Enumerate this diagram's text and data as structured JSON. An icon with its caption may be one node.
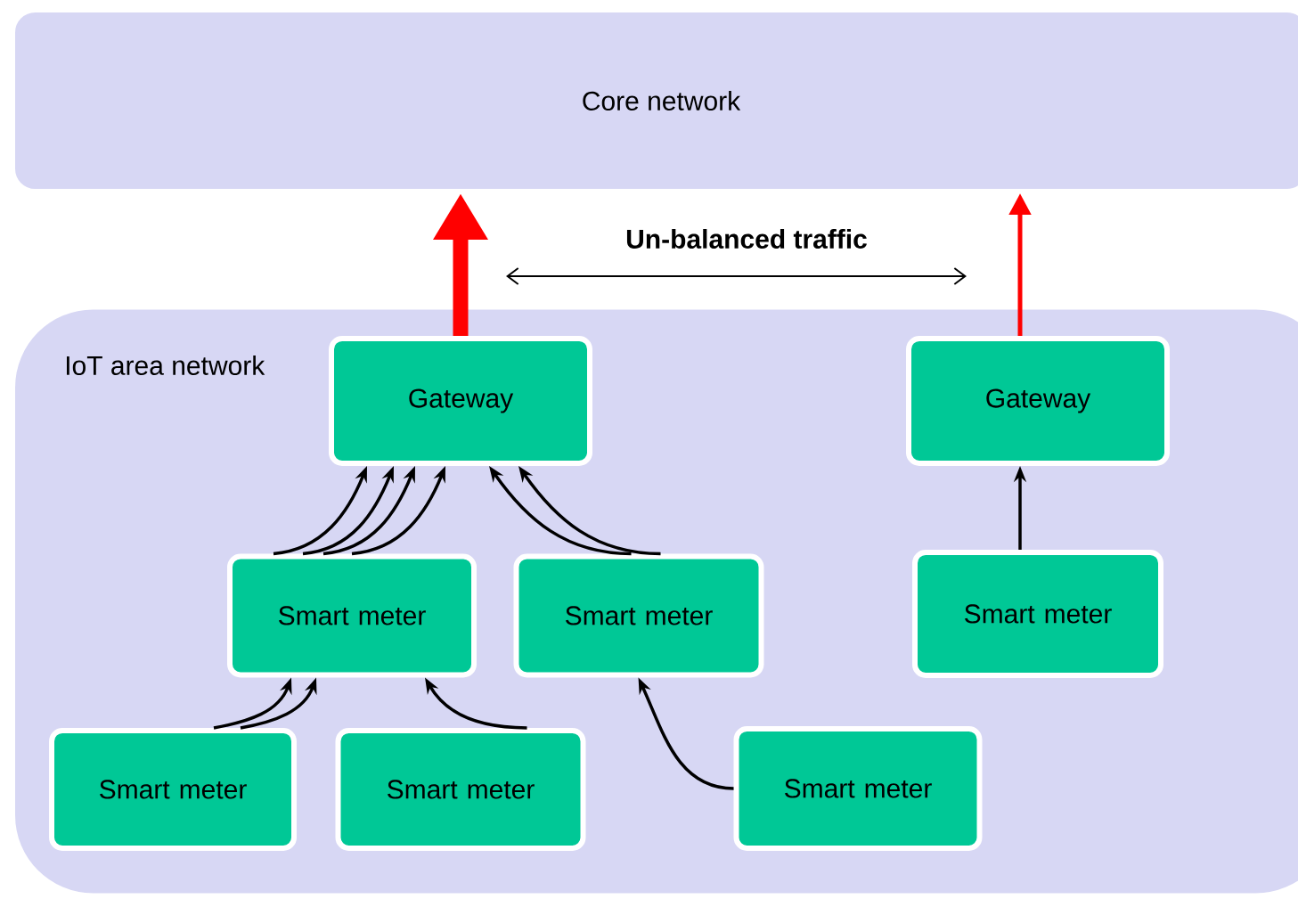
{
  "diagram": {
    "nodes": [
      {
        "text": [
          "Core network"
        ]
      },
      {
        "text": [
          "IoT area network"
        ]
      },
      {
        "text": [
          "Gateway"
        ],
        "in": 1
      },
      {
        "text": [
          "Gateway"
        ],
        "in": 1
      },
      {
        "text": [
          "Smart meter"
        ],
        "in": 1
      },
      {
        "text": [
          "Smart meter"
        ],
        "in": 1
      },
      {
        "text": [
          "Smart meter"
        ],
        "in": 1
      },
      {
        "text": [
          "Smart meter"
        ],
        "in": 1
      },
      {
        "text": [
          "Smart meter"
        ],
        "in": 1
      },
      {
        "text": [
          "Smart meter"
        ],
        "in": 1
      }
    ],
    "edges": [
      {
        "from": 2,
        "to": 0,
        "arrow": "to",
        "style": "thick",
        "color": "#ff0000"
      },
      {
        "from": 3,
        "to": 0,
        "arrow": "to",
        "color": "#ff0000"
      },
      {
        "from": 4,
        "to": 2,
        "arrow": "to"
      },
      {
        "from": 4,
        "to": 2,
        "arrow": "to"
      },
      {
        "from": 4,
        "to": 2,
        "arrow": "to"
      },
      {
        "from": 4,
        "to": 2,
        "arrow": "to"
      },
      {
        "from": 5,
        "to": 2,
        "arrow": "to"
      },
      {
        "from": 5,
        "to": 2,
        "arrow": "to"
      },
      {
        "from": 6,
        "to": 3,
        "arrow": "to"
      },
      {
        "from": 7,
        "to": 4,
        "arrow": "to"
      },
      {
        "from": 7,
        "to": 4,
        "arrow": "to"
      },
      {
        "from": 8,
        "to": 4,
        "arrow": "to"
      },
      {
        "from": 9,
        "to": 5,
        "arrow": "to"
      }
    ],
    "labels": [
      "Un-balanced traffic"
    ]
  }
}
